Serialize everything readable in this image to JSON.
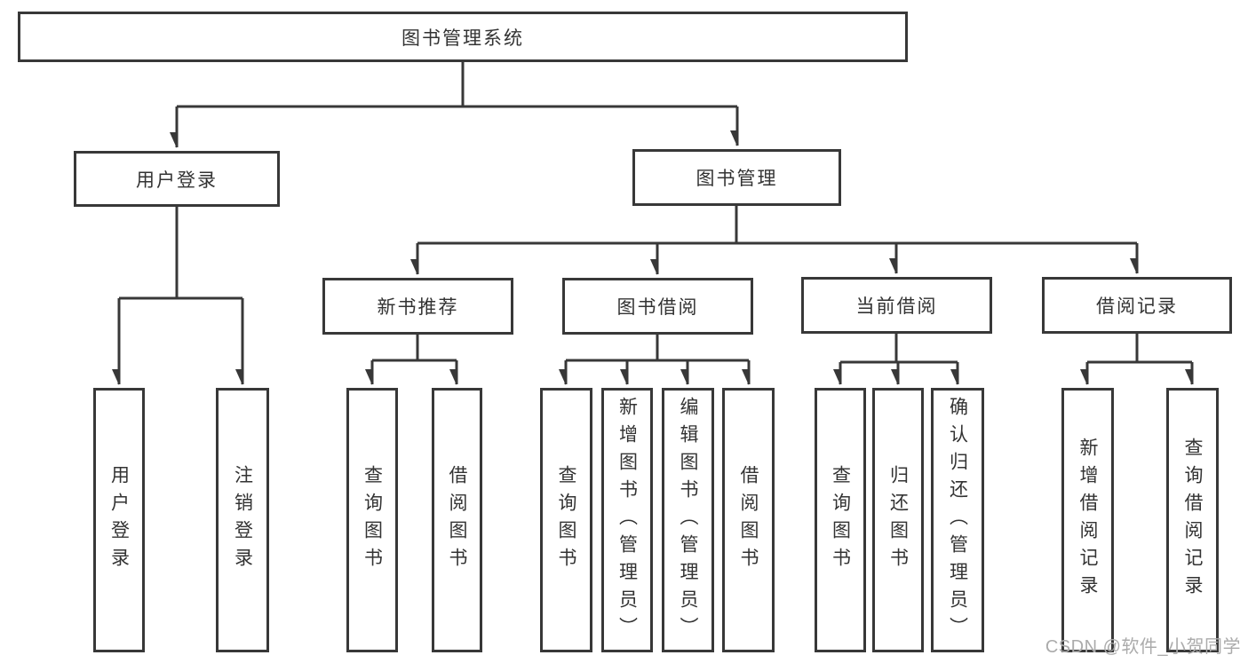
{
  "root": {
    "label": "图书管理系统"
  },
  "branches": [
    {
      "label": "用户登录",
      "children": [
        {
          "label": "用户登录"
        },
        {
          "label": "注销登录"
        }
      ]
    },
    {
      "label": "图书管理",
      "children": [
        {
          "label": "新书推荐",
          "children": [
            {
              "label": "查询图书"
            },
            {
              "label": "借阅图书"
            }
          ]
        },
        {
          "label": "图书借阅",
          "children": [
            {
              "label": "查询图书"
            },
            {
              "label": "新增图书（管理员）"
            },
            {
              "label": "编辑图书（管理员）"
            },
            {
              "label": "借阅图书"
            }
          ]
        },
        {
          "label": "当前借阅",
          "children": [
            {
              "label": "查询图书"
            },
            {
              "label": "归还图书"
            },
            {
              "label": "确认归还（管理员）"
            }
          ]
        },
        {
          "label": "借阅记录",
          "children": [
            {
              "label": "新增借阅记录"
            },
            {
              "label": "查询借阅记录"
            }
          ]
        }
      ]
    }
  ],
  "watermark": {
    "text": "CSDN @软件_小贺同学",
    "color": "#ababab"
  },
  "colors": {
    "line": "#383838",
    "text": "#333333",
    "background": "#ffffff"
  }
}
